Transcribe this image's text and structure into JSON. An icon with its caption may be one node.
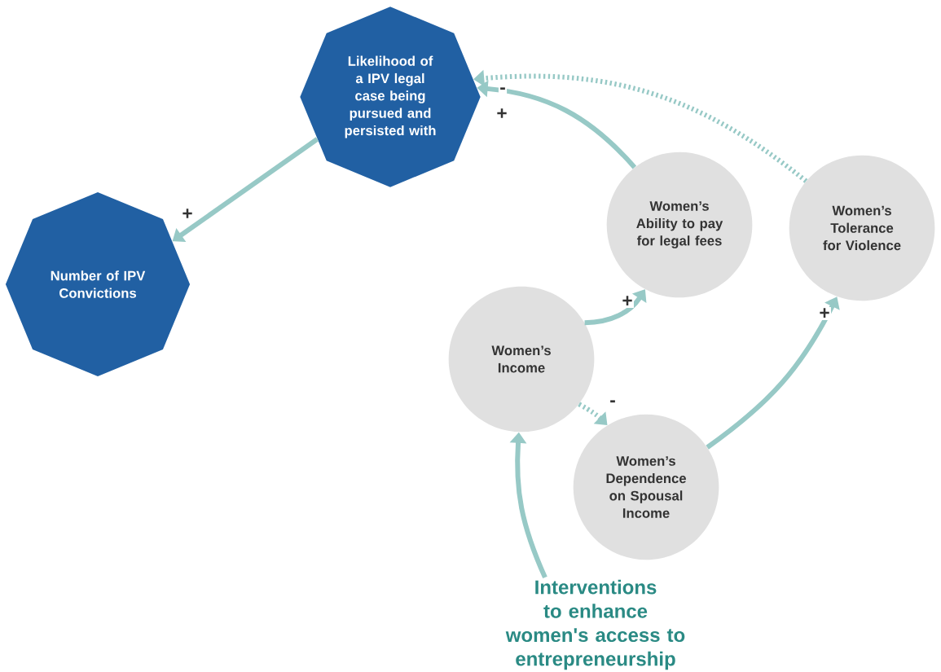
{
  "diagram": {
    "nodes": [
      {
        "text": [
          "Likelihood of a IPV legal case being pursued and persisted with"
        ]
      },
      {
        "text": [
          "Number of IPV Convictions"
        ]
      },
      {
        "text": [
          "Women’s Ability to pay for legal fees"
        ]
      },
      {
        "text": [
          "Women’s Tolerance for Violence"
        ]
      },
      {
        "text": [
          "Women’s Income"
        ]
      },
      {
        "text": [
          "Women’s Dependence on Spousal Income"
        ]
      },
      {
        "text": [
          "Interventions to enhance women's access to entrepreneurship"
        ]
      }
    ],
    "edges": [
      {
        "from": 0,
        "to": 1,
        "arrow": "to",
        "label": "+"
      },
      {
        "from": 2,
        "to": 0,
        "arrow": "to",
        "label": "+"
      },
      {
        "from": 3,
        "to": 0,
        "arrow": "to",
        "label": "-",
        "style": "dashed"
      },
      {
        "from": 4,
        "to": 2,
        "arrow": "to",
        "label": "+"
      },
      {
        "from": 4,
        "to": 5,
        "arrow": "to",
        "label": "-",
        "style": "dashed"
      },
      {
        "from": 5,
        "to": 3,
        "arrow": "to",
        "label": "+"
      },
      {
        "from": 6,
        "to": 4,
        "arrow": "to"
      }
    ]
  }
}
